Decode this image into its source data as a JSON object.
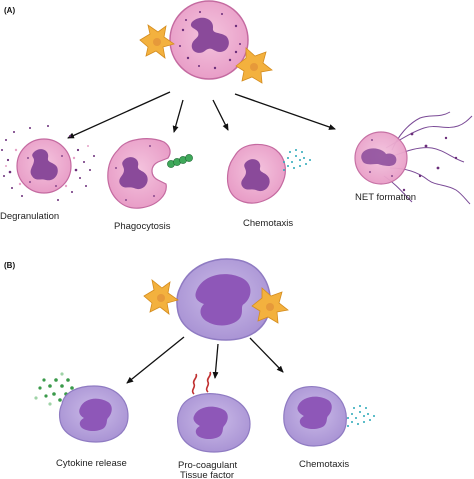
{
  "panel_a": {
    "label": "(A)",
    "outcomes": {
      "degranulation": "Degranulation",
      "phagocytosis": "Phagocytosis",
      "chemotaxis": "Chemotaxis",
      "net_formation": "NET formation"
    }
  },
  "panel_b": {
    "label": "(B)",
    "outcomes": {
      "cytokine_release": "Cytokine release",
      "procoagulant_line1": "Pro-coagulant",
      "procoagulant_line2": "Tissue factor",
      "chemotaxis": "Chemotaxis"
    }
  },
  "colors": {
    "neutrophil_fill": "#eaa7cd",
    "neutrophil_stroke": "#c46aa0",
    "nucleus": "#8a4a9a",
    "monocyte_fill": "#b9a6dc",
    "monocyte_stroke": "#8f7bc2",
    "monocyte_nucleus": "#8e57b8",
    "platelet": "#f3b13e",
    "granule": "#6b2e7a",
    "chemokine": "#2aa8b8",
    "cytokine": "#3a9a4a",
    "tissue_factor": "#c03030"
  }
}
